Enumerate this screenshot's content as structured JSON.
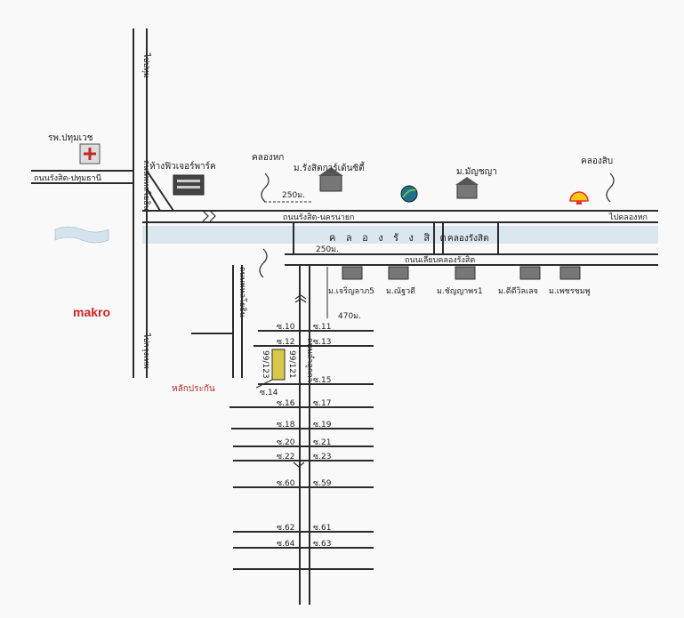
{
  "landmarks": {
    "hospital": "รพ.ปทุมเวช",
    "mall": "ห้างฟิวเจอร์พาร์ค",
    "makro": "makro",
    "khlong_hok": "คลองหก",
    "khlong_sip": "คลองสิบ",
    "village_rangsit_garden": "ม.รังสิตการ์เด้นซิตี้",
    "village_manchaya": "ม.มัญชญา",
    "lak_pra_kan": "หลักประกัน"
  },
  "roads": {
    "rangsit_pathum": "ถนนรังสิต-ปทุมธานี",
    "rangsit_nakhon_nayok": "ถนนรังสิต-นครนายก",
    "rangsit_canal_side": "ถนนเลียบคลองรังสิต",
    "to_khlong_hok": "ไปคลองหก",
    "vertical_top": "ไปปทุม",
    "vertical_bottom": "ไปกรุงเทพ",
    "vertical_mid": "ถนนพหลโยธิน",
    "side_road": "ถนนพหลโยธิน",
    "soi_main": "ถนนลำลูกกา"
  },
  "canals": {
    "khlong_rangsit_main": "ค ล อ ง รั ง สิ ต",
    "khlong_rangsit_box": "คลองรังสิต"
  },
  "distances": {
    "d250_top": "250ม.",
    "d250_mid": "250ม.",
    "d470": "470ม."
  },
  "villages_row": [
    "ม.เจริญลาภ5",
    "ม.ณัฐวดี",
    "ม.ชัญญาพร1",
    "ม.ดีดีวิลเลจ",
    "ม.เพชรชมพู"
  ],
  "sois_left": [
    "ซ.10",
    "ซ.12",
    "ซ.14",
    "ซ.16",
    "ซ.18",
    "ซ.20",
    "ซ.22",
    "ซ.60",
    "ซ.62",
    "ซ.64"
  ],
  "sois_right": [
    "ซ.11",
    "ซ.13",
    "ซ.15",
    "ซ.17",
    "ซ.19",
    "ซ.21",
    "ซ.23",
    "ซ.59",
    "ซ.61",
    "ซ.63"
  ],
  "property_numbers": [
    "99/123",
    "99/121"
  ],
  "colors": {
    "road": "#2b2b2b",
    "canal": "#cfe0ea",
    "makro_red": "#d42323",
    "plot_yellow": "#d8c94a",
    "lak_red": "#c0262b",
    "shell": "#e6322a"
  }
}
